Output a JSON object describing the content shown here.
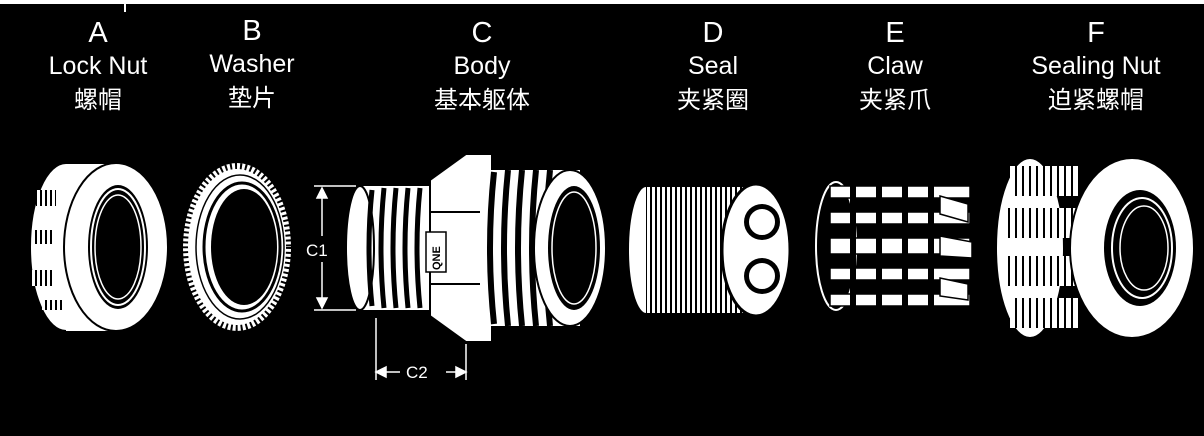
{
  "parts": [
    {
      "letter": "A",
      "en": "Lock Nut",
      "cn": "螺帽"
    },
    {
      "letter": "B",
      "en": "Washer",
      "cn": "垫片"
    },
    {
      "letter": "C",
      "en": "Body",
      "cn": "基本躯体"
    },
    {
      "letter": "D",
      "en": "Seal",
      "cn": "夹紧圈"
    },
    {
      "letter": "E",
      "en": "Claw",
      "cn": "夹紧爪"
    },
    {
      "letter": "F",
      "en": "Sealing Nut",
      "cn": "迫紧螺帽"
    }
  ],
  "dimensions": {
    "c1": "C1",
    "c2": "C2"
  },
  "brand": "QNE",
  "colors": {
    "background": "#000000",
    "line": "#ffffff"
  }
}
